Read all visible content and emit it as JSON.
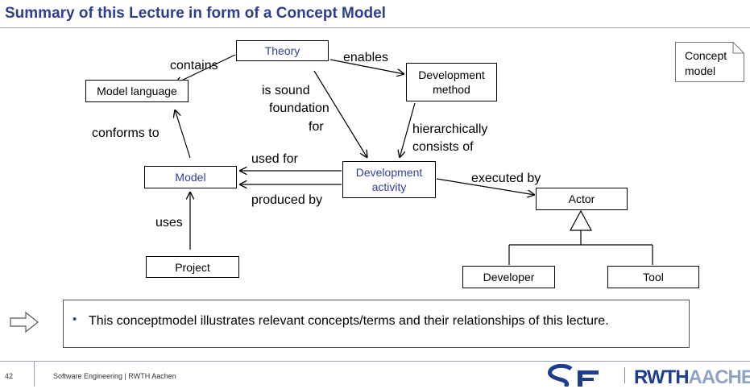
{
  "header": {
    "title": "Summary of this Lecture in form of a Concept Model"
  },
  "nodes": {
    "theory": "Theory",
    "model_language": "Model language",
    "development_method": "Development method",
    "model": "Model",
    "development_activity": "Development activity",
    "actor": "Actor",
    "project": "Project",
    "developer": "Developer",
    "tool": "Tool"
  },
  "relations": {
    "contains": "contains",
    "enables": "enables",
    "is_sound_foundation_for_1": "is sound",
    "is_sound_foundation_for_2": "foundation",
    "is_sound_foundation_for_3": "for",
    "conforms_to": "conforms to",
    "hierarchically_consists_of_1": "hierarchically",
    "hierarchically_consists_of_2": "consists of",
    "used_for": "used for",
    "produced_by": "produced by",
    "executed_by": "executed by",
    "uses": "uses"
  },
  "note": {
    "line1": "Concept",
    "line2": "model"
  },
  "bullet": {
    "text": "This conceptmodel illustrates relevant concepts/terms and their relationships of this lecture."
  },
  "footer": {
    "page_number": "42",
    "text": "Software Engineering  |  RWTH Aachen",
    "logo_rwth_bold": "RWTH",
    "logo_rwth_light": "AACHEN"
  }
}
